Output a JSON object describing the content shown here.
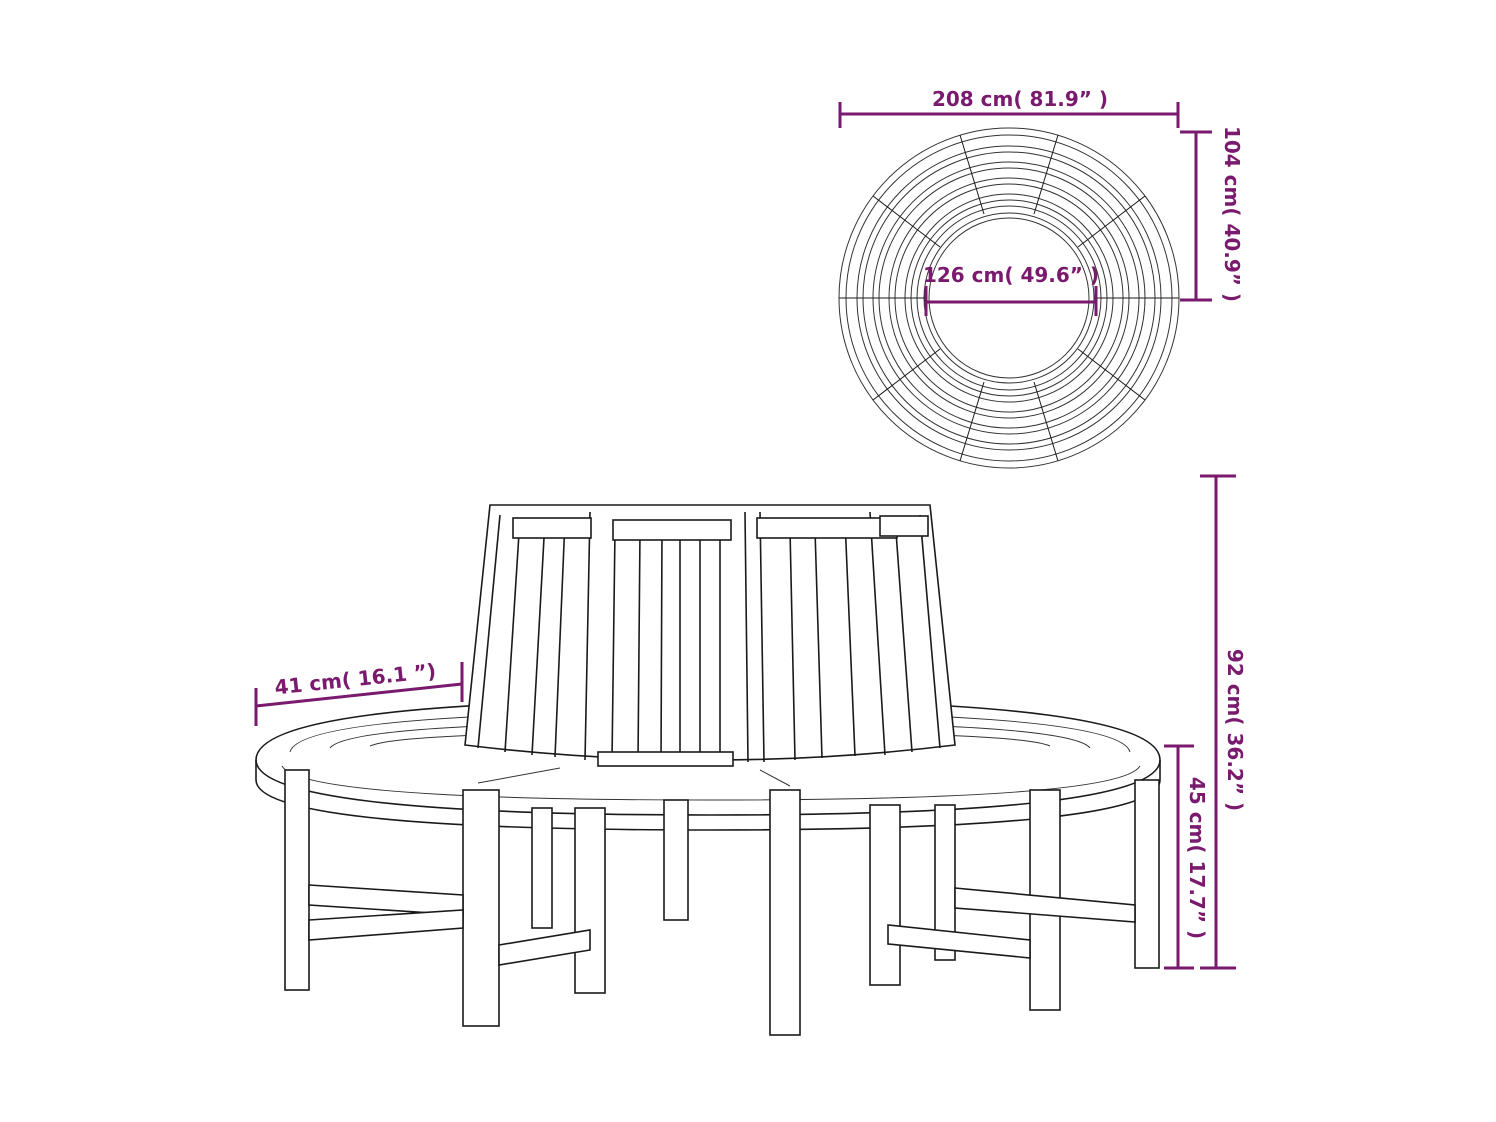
{
  "product": "round tree bench",
  "colors": {
    "dimension": "#7a1a6e",
    "linework": "#1a1a1a",
    "background": "#ffffff"
  },
  "top_view": {
    "outer_diameter": {
      "label": "208 cm( 81.9” )",
      "cm": 208,
      "inch": 81.9
    },
    "depth": {
      "label": "104 cm( 40.9” )",
      "cm": 104,
      "inch": 40.9
    },
    "inner_diameter": {
      "label": "126 cm( 49.6” )",
      "cm": 126,
      "inch": 49.6
    }
  },
  "front_view": {
    "seat_depth": {
      "label": "41 cm( 16.1 ”)",
      "cm": 41,
      "inch": 16.1
    },
    "total_height": {
      "label": "92 cm( 36.2” )",
      "cm": 92,
      "inch": 36.2
    },
    "seat_height": {
      "label": "45 cm( 17.7” )",
      "cm": 45,
      "inch": 17.7
    }
  }
}
